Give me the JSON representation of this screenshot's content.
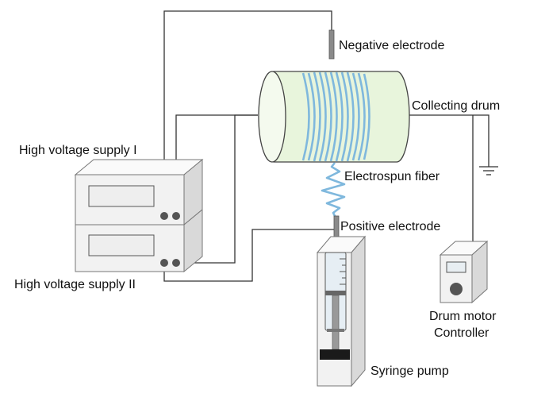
{
  "labels": {
    "negative_electrode": "Negative electrode",
    "collecting_drum": "Collecting drum",
    "high_voltage_supply_1": "High voltage supply I",
    "electrospun_fiber": "Electrospun fiber",
    "positive_electrode": "Positive electrode",
    "high_voltage_supply_2": "High voltage supply II",
    "drum_motor_line1": "Drum motor",
    "drum_motor_line2": "Controller",
    "syringe_pump": "Syringe pump"
  },
  "colors": {
    "drum_fill": "#e8f5dc",
    "fiber": "#7fb8dd",
    "box_front": "#f2f2f2",
    "box_side": "#d9d9d9",
    "screen": "#eeeeee",
    "knob": "#555555",
    "pump_base": "#1a1a1a",
    "wire": "#333333"
  },
  "icons": {
    "ground": "ground-symbol-icon"
  }
}
